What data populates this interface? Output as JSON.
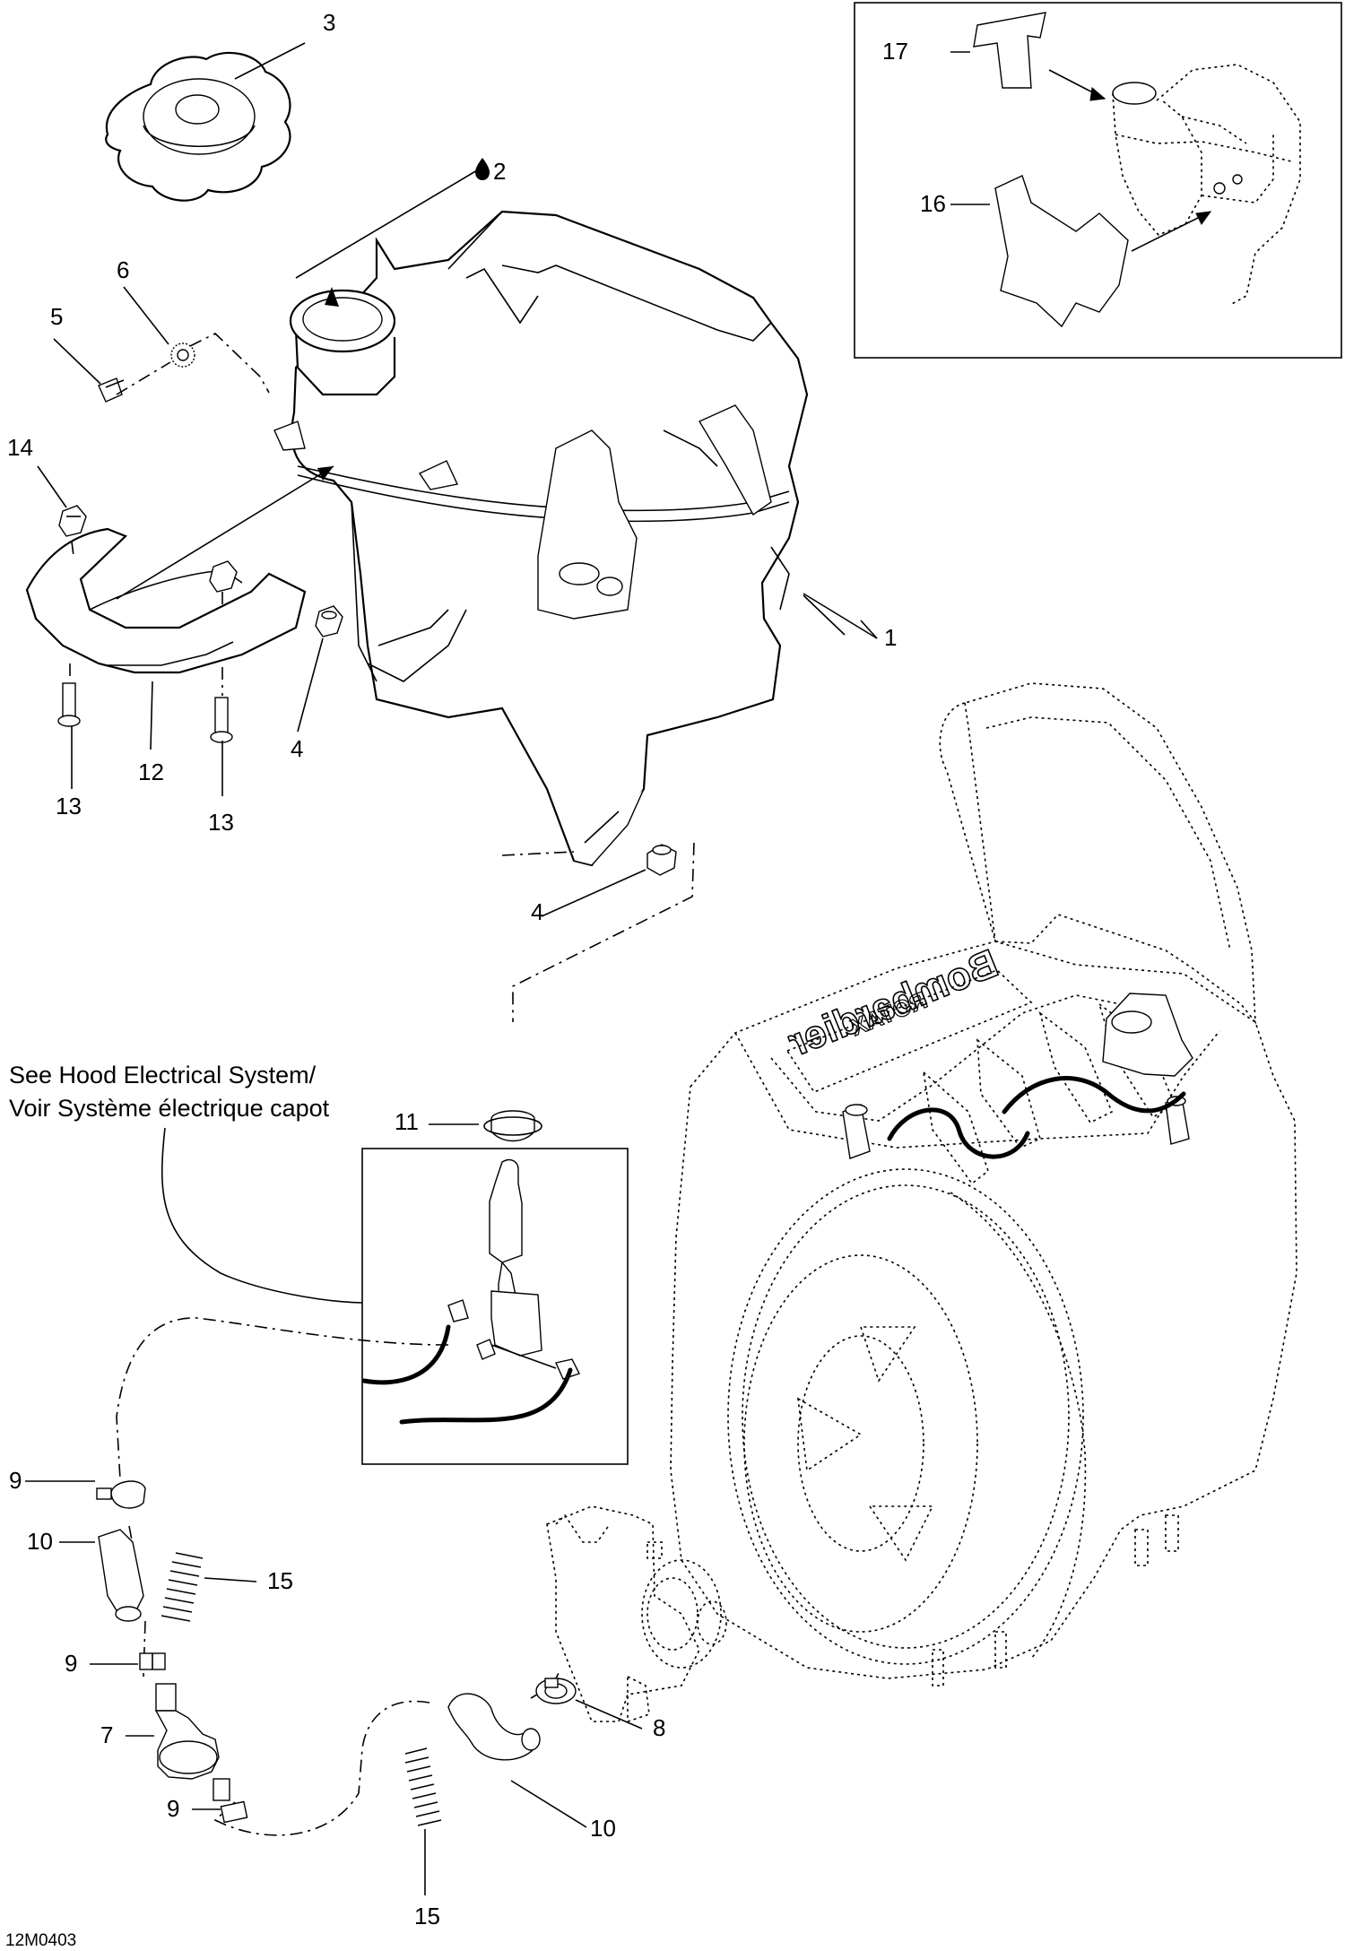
{
  "labels": {
    "l1": "1",
    "l2": "2",
    "l3": "3",
    "l4a": "4",
    "l4b": "4",
    "l5": "5",
    "l6": "6",
    "l7": "7",
    "l8": "8",
    "l9a": "9",
    "l9b": "9",
    "l9c": "9",
    "l10a": "10",
    "l10b": "10",
    "l11": "11",
    "l12": "12",
    "l13a": "13",
    "l13b": "13",
    "l14": "14",
    "l15a": "15",
    "l15b": "15",
    "l16": "16",
    "l17": "17"
  },
  "note": {
    "line1": "See Hood Electrical System/",
    "line2": "Voir Système électrique capot"
  },
  "engine_markings": {
    "brand": "Bombardier",
    "sub": "ROTAX"
  },
  "drawing_code": "12M0403",
  "icons": {
    "lubricant": "oil-drop-icon"
  }
}
